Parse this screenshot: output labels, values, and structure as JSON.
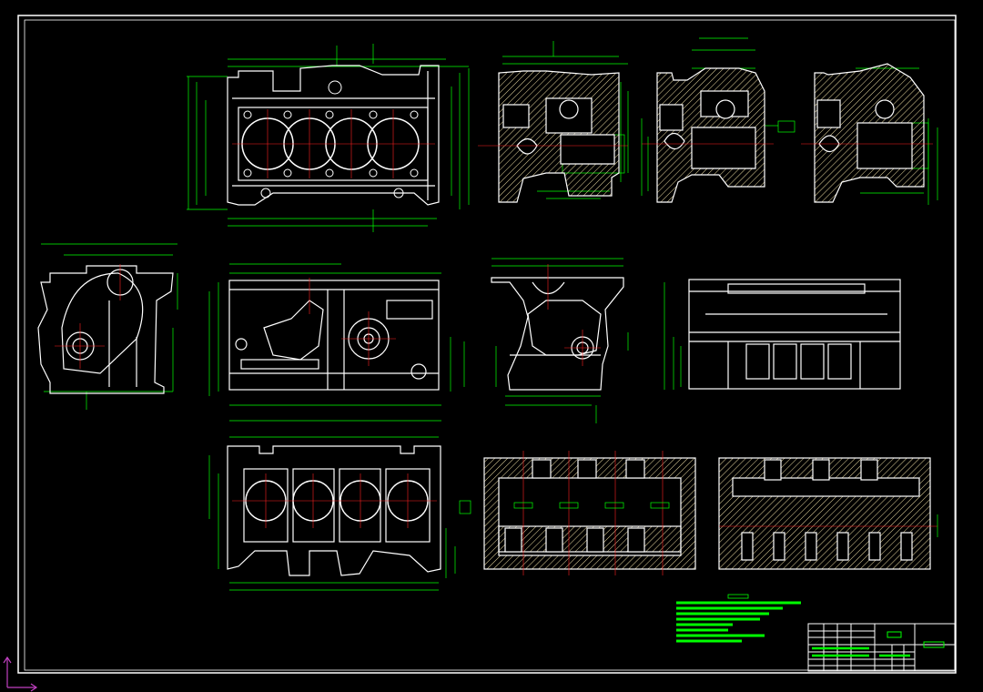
{
  "drawing": {
    "background": "#000000",
    "colors": {
      "outline": "#ffffff",
      "dimension": "#00ff00",
      "centerline": "#ff2020",
      "hatch": "#e8d8a0",
      "title_block": "#ffffff",
      "ucs": "#c040c0"
    },
    "views": [
      "top-view-cylinder-bores",
      "front-section",
      "side-section-a",
      "side-section-b",
      "end-view-left",
      "side-view-middle",
      "end-view-middle",
      "side-view-right",
      "bottom-view-cylinder-bores",
      "long-section-a",
      "long-section-b"
    ],
    "icons": {
      "ucs": "ucs-axis-icon"
    }
  }
}
